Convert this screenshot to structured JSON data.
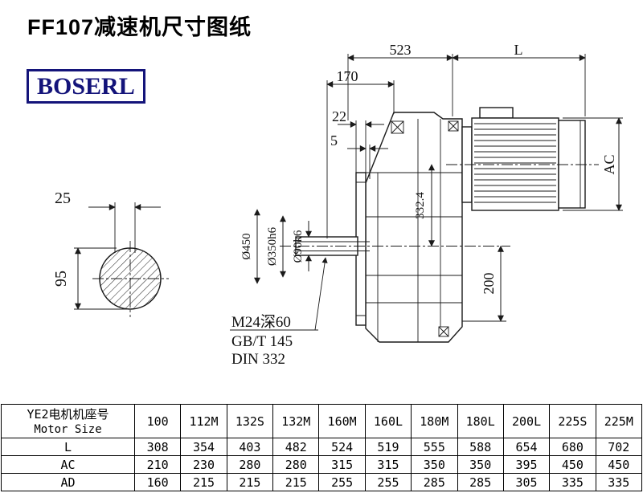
{
  "page": {
    "title": "FF107减速机尺寸图纸"
  },
  "logo": {
    "text": "BOSERL",
    "color": "#14147a"
  },
  "drawing": {
    "dim_523": "523",
    "dim_L": "L",
    "dim_170": "170",
    "dim_22": "22",
    "dim_5": "5",
    "dim_AC": "AC",
    "dim_332": "332.4",
    "dim_d450": "Ø450",
    "dim_d350": "Ø350h6",
    "dim_d90": "Ø90k6",
    "dim_200": "200",
    "dim_25": "25",
    "dim_95": "95",
    "notes": [
      "M24深60",
      "GB/T 145",
      "DIN 332"
    ]
  },
  "table": {
    "header_cn": "YE2电机机座号",
    "header_en": "Motor Size",
    "sizes": [
      "100",
      "112M",
      "132S",
      "132M",
      "160M",
      "160L",
      "180M",
      "180L",
      "200L",
      "225S",
      "225M"
    ],
    "rows": [
      {
        "label": "L",
        "values": [
          "308",
          "354",
          "403",
          "482",
          "524",
          "519",
          "555",
          "588",
          "654",
          "680",
          "702"
        ]
      },
      {
        "label": "AC",
        "values": [
          "210",
          "230",
          "280",
          "280",
          "315",
          "315",
          "350",
          "350",
          "395",
          "450",
          "450"
        ]
      },
      {
        "label": "AD",
        "values": [
          "160",
          "215",
          "215",
          "215",
          "255",
          "255",
          "285",
          "285",
          "305",
          "335",
          "335"
        ]
      }
    ]
  }
}
